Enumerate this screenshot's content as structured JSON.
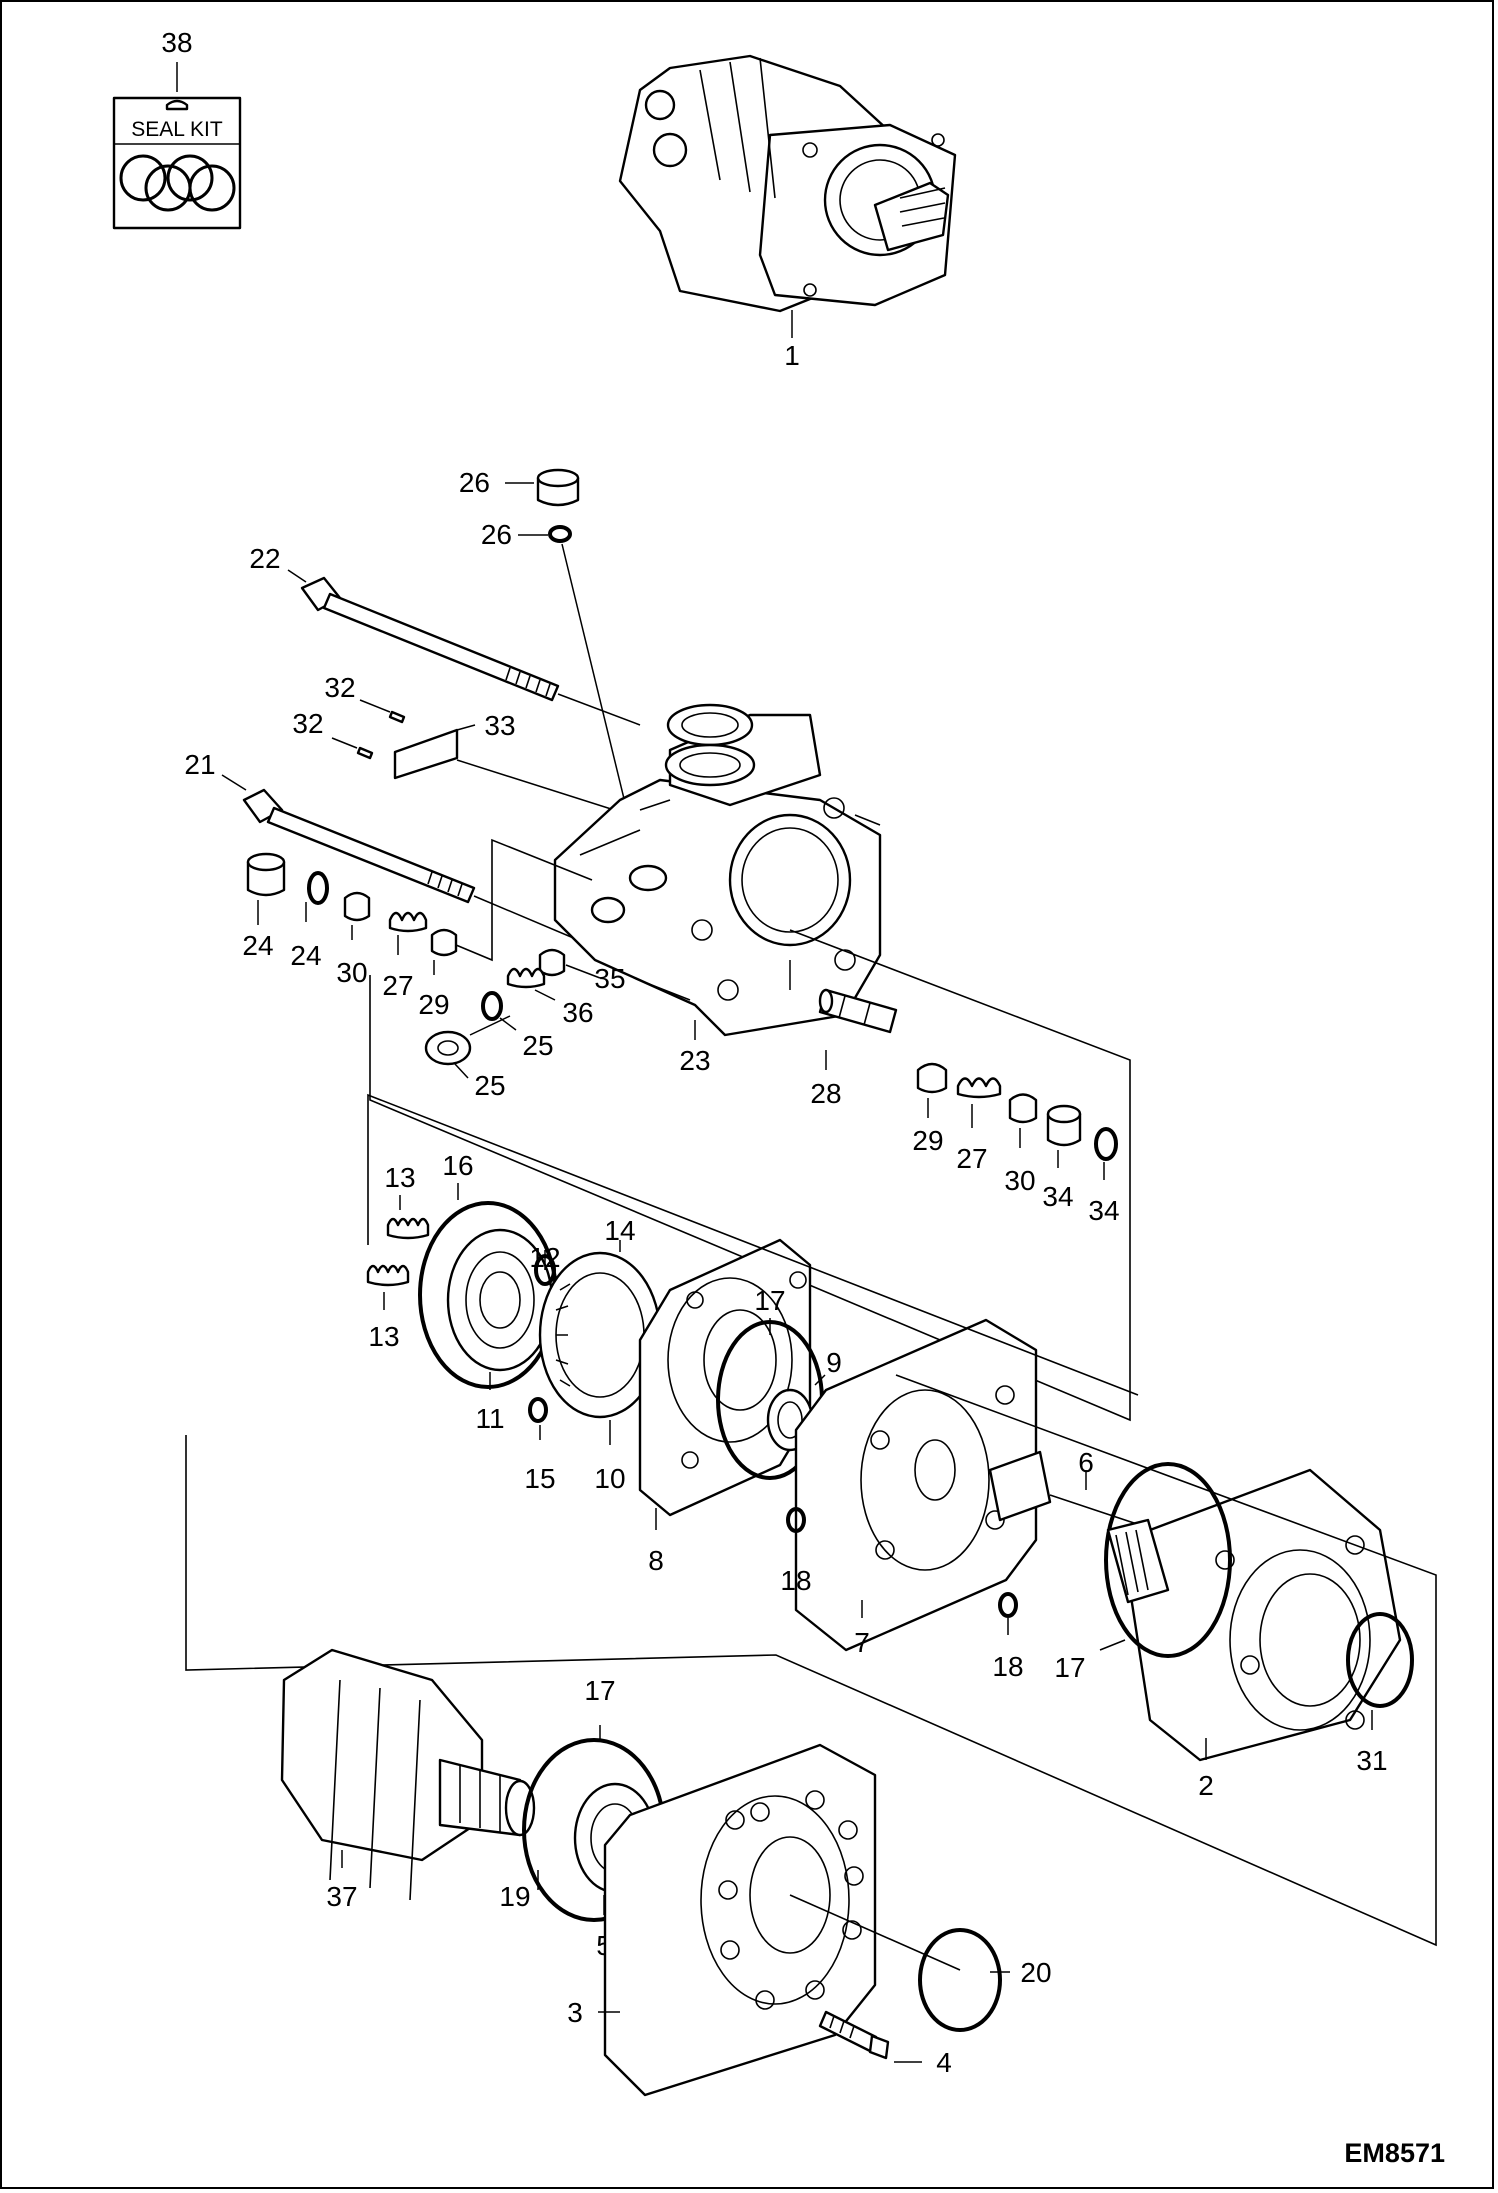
{
  "diagram": {
    "code": "EM8571",
    "seal_kit_label": "SEAL KIT",
    "callouts": {
      "c1": "1",
      "c2": "2",
      "c3": "3",
      "c4": "4",
      "c5": "5",
      "c6": "6",
      "c7": "7",
      "c8": "8",
      "c9": "9",
      "c10": "10",
      "c11": "11",
      "c12": "12",
      "c13a": "13",
      "c13b": "13",
      "c14": "14",
      "c15": "15",
      "c16": "16",
      "c17a": "17",
      "c17b": "17",
      "c17c": "17",
      "c18a": "18",
      "c18b": "18",
      "c19": "19",
      "c20": "20",
      "c21": "21",
      "c22": "22",
      "c23": "23",
      "c24a": "24",
      "c24b": "24",
      "c25a": "25",
      "c25b": "25",
      "c26a": "26",
      "c26b": "26",
      "c27a": "27",
      "c27b": "27",
      "c28": "28",
      "c29a": "29",
      "c29b": "29",
      "c30a": "30",
      "c30b": "30",
      "c31": "31",
      "c32a": "32",
      "c32b": "32",
      "c33": "33",
      "c34a": "34",
      "c34b": "34",
      "c35": "35",
      "c36": "36",
      "c37": "37",
      "c38": "38"
    }
  }
}
